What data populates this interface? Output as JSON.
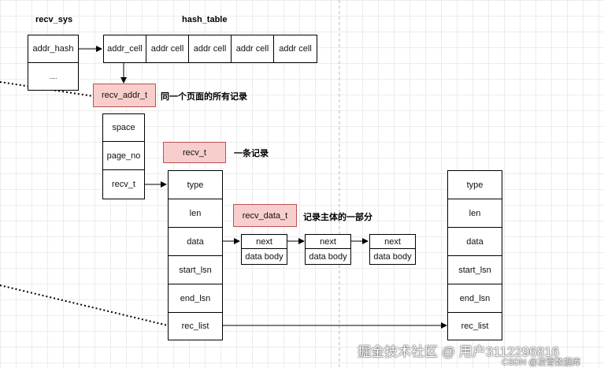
{
  "recv_sys": {
    "title": "recv_sys",
    "fields": [
      "addr_hash",
      "...."
    ]
  },
  "hash_table": {
    "title": "hash_table",
    "cells": [
      "addr_cell",
      "addr cell",
      "addr cell",
      "addr cell",
      "addr cell"
    ]
  },
  "recv_addr_t": {
    "label": "recv_addr_t",
    "note": "同一个页面的所有记录",
    "fields": [
      "space",
      "page_no",
      "recv_t"
    ]
  },
  "recv_t": {
    "label": "recv_t",
    "note": "一条记录",
    "fields": [
      "type",
      "len",
      "data",
      "start_lsn",
      "end_lsn",
      "rec_list"
    ]
  },
  "recv_data_t": {
    "label": "recv_data_t",
    "note": "记录主体的一部分"
  },
  "data_chunks": [
    {
      "next": "next",
      "body": "data body"
    },
    {
      "next": "next",
      "body": "data body"
    },
    {
      "next": "next",
      "body": "data body"
    }
  ],
  "recv_t_right": {
    "fields": [
      "type",
      "len",
      "data",
      "start_lsn",
      "end_lsn",
      "rec_list"
    ]
  },
  "watermark": {
    "main": "掘金技术社区 @ 用户3112296816",
    "sub": "CSDN @凌雪数据库"
  },
  "colors": {
    "highlight_fill": "#f8cecc",
    "highlight_border": "#b85450",
    "grid_line": "#ececec"
  }
}
